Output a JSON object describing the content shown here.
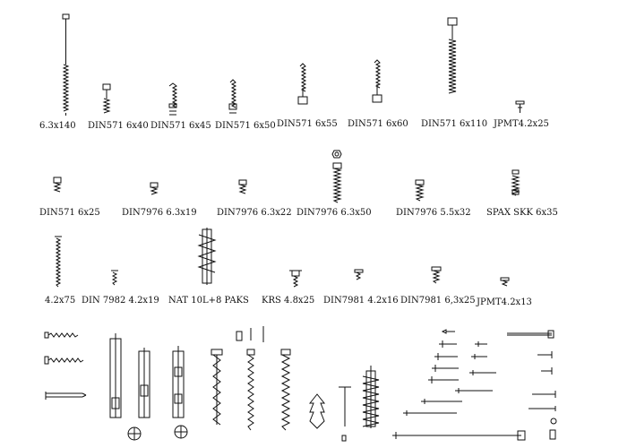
{
  "labels": {
    "r1": [
      "6.3x140",
      "DIN571 6x40",
      "DIN571 6x45",
      "DIN571 6x50",
      "DIN571 6x55",
      "DIN571 6x60",
      "DIN571 6x110",
      "JPMT4.2x25"
    ],
    "r2": [
      "DIN571 6x25",
      "DIN7976 6.3x19",
      "DIN7976 6.3x22",
      "DIN7976 6.3x50",
      "DIN7976 5.5x32",
      "SPAX SKK 6x35"
    ],
    "r3": [
      "4.2x75",
      "DIN 7982 4.2x19",
      "NAT 10L+8 PAKS",
      "KRS 4.8x25",
      "DIN7981 4.2x16",
      "DIN7981 6,3x25",
      "JPMT4.2x13"
    ]
  }
}
